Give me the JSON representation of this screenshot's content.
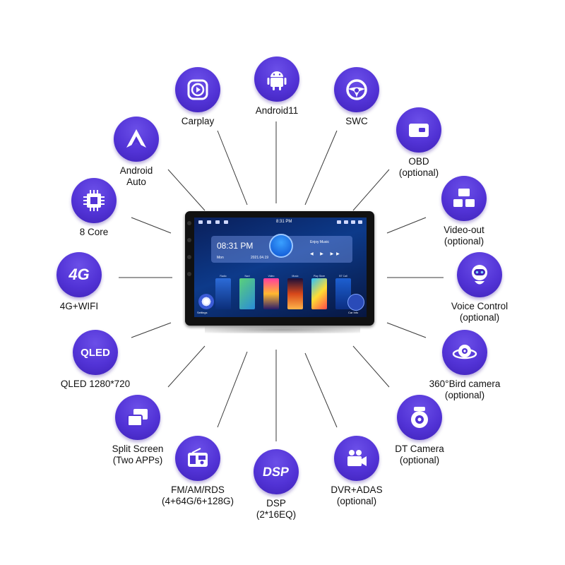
{
  "features": [
    {
      "id": "carplay",
      "icon": "carplay-icon",
      "lines": [
        "Carplay"
      ]
    },
    {
      "id": "android",
      "icon": "android-icon",
      "lines": [
        "Android11"
      ]
    },
    {
      "id": "swc",
      "icon": "steering-wheel-icon",
      "lines": [
        "SWC"
      ]
    },
    {
      "id": "obd",
      "icon": "obd-icon",
      "lines": [
        "OBD",
        "(optional)"
      ]
    },
    {
      "id": "videoout",
      "icon": "video-out-icon",
      "lines": [
        "Video-out",
        "(optional)"
      ]
    },
    {
      "id": "voice",
      "icon": "robot-icon",
      "lines": [
        "Voice Control",
        "(optional)"
      ]
    },
    {
      "id": "bird",
      "icon": "360-camera-icon",
      "lines": [
        "360°Bird camera",
        "(optional)"
      ]
    },
    {
      "id": "dt",
      "icon": "dash-camera-icon",
      "lines": [
        "DT Camera",
        "(optional)"
      ]
    },
    {
      "id": "dvr",
      "icon": "video-camera-icon",
      "lines": [
        "DVR+ADAS",
        "(optional)"
      ]
    },
    {
      "id": "dsp",
      "icon": "dsp-icon",
      "lines": [
        "DSP",
        "(2*16EQ)"
      ]
    },
    {
      "id": "fm",
      "icon": "radio-icon",
      "lines": [
        "FM/AM/RDS",
        "(4+64G/6+128G)"
      ]
    },
    {
      "id": "split",
      "icon": "split-screen-icon",
      "lines": [
        "Split Screen",
        "(Two APPs)"
      ]
    },
    {
      "id": "qled",
      "icon": "qled-icon",
      "lines": [
        "QLED 1280*720"
      ]
    },
    {
      "id": "4g",
      "icon": "4g-icon",
      "lines": [
        "4G+WIFI"
      ]
    },
    {
      "id": "core",
      "icon": "chip-icon",
      "lines": [
        "8 Core"
      ]
    },
    {
      "id": "auto",
      "icon": "android-auto-icon",
      "lines": [
        "Android",
        "Auto"
      ]
    }
  ],
  "device": {
    "status_time": "8:31 PM",
    "widget_time": "08:31 PM",
    "widget_day": "Mon",
    "widget_date": "2021.04.19",
    "widget_music": "Enjoy Music",
    "apps": [
      "Radio",
      "Navi",
      "Video",
      "Music",
      "Play Store",
      "BT Call"
    ],
    "settings_label": "Settings",
    "car_info_label": "Car Info"
  },
  "colors": {
    "accent": "#5233d6",
    "accent_dark": "#3f22b8"
  },
  "qled_text": "QLED",
  "dsp_text": "DSP",
  "fourg_text": "4G"
}
